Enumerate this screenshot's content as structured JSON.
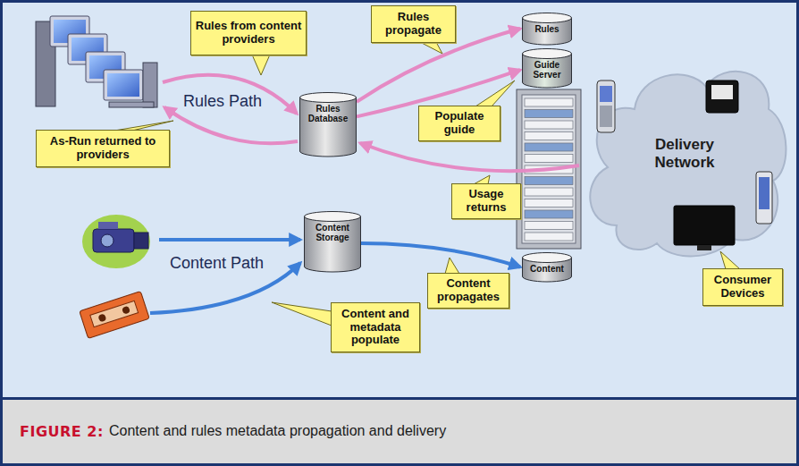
{
  "diagram": {
    "caption": "Content and rules metadata propagation and delivery",
    "nodes": [
      {
        "text": [
          "Rules from content providers"
        ]
      },
      {
        "text": [
          "Rules propagate"
        ]
      },
      {
        "text": [
          "Rules"
        ]
      },
      {
        "text": [
          "Guide Server"
        ]
      },
      {
        "text": [
          "Populate guide"
        ]
      },
      {
        "text": [
          "Rules Database"
        ]
      },
      {
        "text": [
          "As-Run returned to providers"
        ]
      },
      {
        "text": [
          "Usage returns"
        ]
      },
      {
        "text": [
          "Delivery Network"
        ]
      },
      {
        "text": [
          "Content Storage"
        ]
      },
      {
        "text": [
          "Content"
        ]
      },
      {
        "text": [
          "Content propagates"
        ]
      },
      {
        "text": [
          "Content and metadata populate"
        ]
      },
      {
        "text": [
          "Consumer Devices"
        ]
      }
    ],
    "edges": [
      {
        "from": 5,
        "to": 2,
        "arrow": "to"
      },
      {
        "from": 5,
        "to": 3,
        "arrow": "to"
      },
      {
        "from": 9,
        "to": 10,
        "arrow": "to"
      }
    ],
    "labels": [
      "Rules Path",
      "Content Path",
      "FIGURE 2:"
    ]
  }
}
